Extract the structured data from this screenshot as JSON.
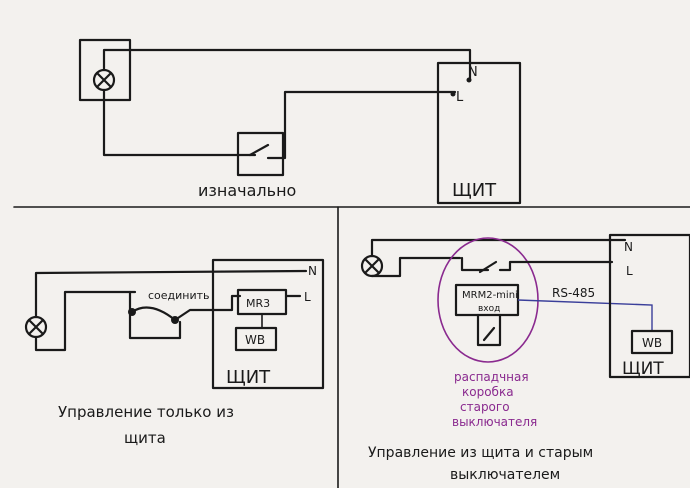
{
  "diagram_top": {
    "caption": "изначально",
    "panel_label": "ЩИТ",
    "terminal_n": "N",
    "terminal_l": "L"
  },
  "diagram_left": {
    "caption_line1": "Управление только из",
    "caption_line2": "щита",
    "connect_note": "соединить",
    "relay_label": "MR3",
    "wb_label": "WB",
    "panel_label": "ЩИТ",
    "terminal_n": "N",
    "terminal_l": "L"
  },
  "diagram_right": {
    "caption_line1": "Управление из щита  и старым",
    "caption_line2": "выключателем",
    "module_label": "MRM2-mini",
    "module_sub": "вход",
    "bus_label": "RS-485",
    "wb_label": "WB",
    "panel_label": "ЩИТ",
    "terminal_n": "N",
    "terminal_l": "L",
    "box_note": [
      "распадчная",
      "коробка",
      "старого",
      "выключателя"
    ],
    "accent_color": "#8a2a8f"
  }
}
